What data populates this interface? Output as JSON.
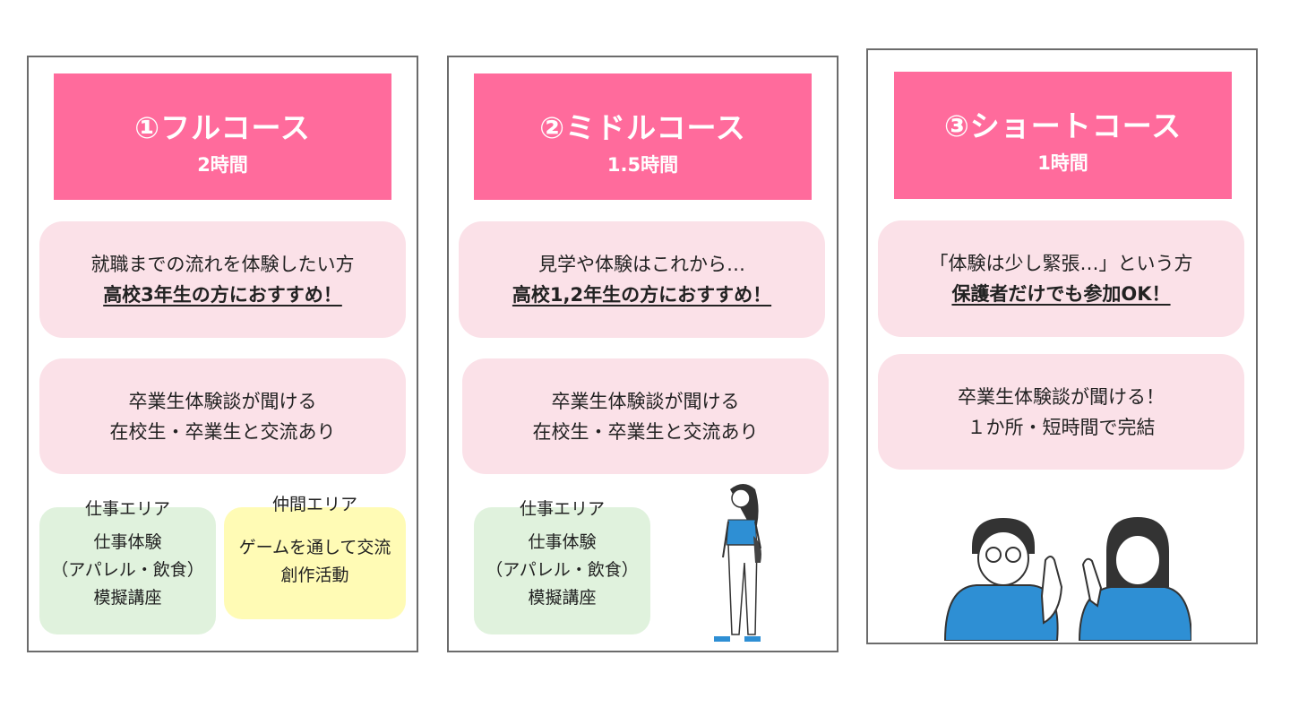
{
  "courses": [
    {
      "title": "①フルコース",
      "duration": "2時間",
      "intro": "就職までの流れを体験したい方",
      "recommend": "高校3年生の方におすすめ！",
      "feature1": "卒業生体験談が聞ける",
      "feature2": "在校生・卒業生と交流あり",
      "areas": [
        {
          "label": "仕事エリア",
          "lines": [
            "仕事体験",
            "（アパレル・飲食）",
            "模擬講座"
          ]
        },
        {
          "label": "仲間エリア",
          "lines": [
            "ゲームを通して交流",
            "創作活動"
          ]
        }
      ]
    },
    {
      "title": "②ミドルコース",
      "duration": "1.5時間",
      "intro": "見学や体験はこれから…",
      "recommend": "高校1,2年生の方におすすめ！",
      "feature1": "卒業生体験談が聞ける",
      "feature2": "在校生・卒業生と交流あり",
      "areas": [
        {
          "label": "仕事エリア",
          "lines": [
            "仕事体験",
            "（アパレル・飲食）",
            "模擬講座"
          ]
        }
      ]
    },
    {
      "title": "③ショートコース",
      "duration": "1時間",
      "intro": "「体験は少し緊張…」という方",
      "recommend": "保護者だけでも参加OK！",
      "feature1": "卒業生体験談が聞ける！",
      "feature2": "１か所・短時間で完結"
    }
  ],
  "colors": {
    "header": "#ff6b9c",
    "box": "#fbe1e8",
    "work": "#e0f2dd",
    "friends": "#fffbb5"
  }
}
